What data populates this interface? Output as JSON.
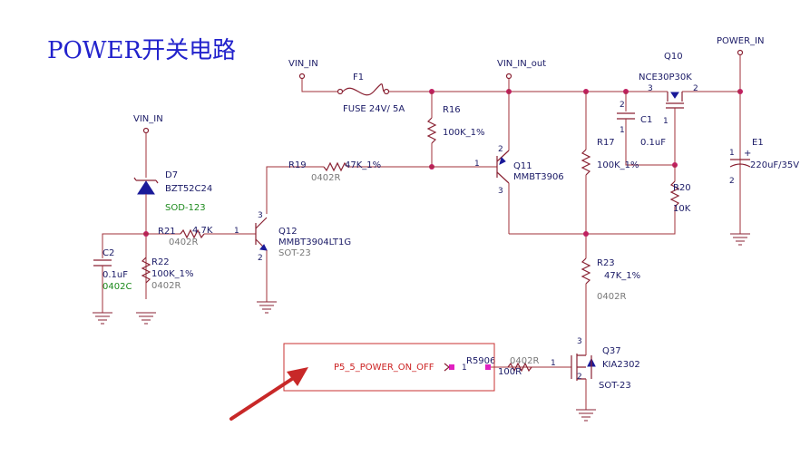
{
  "title": "POWER开关电路",
  "nets": {
    "vin_in_top": "VIN_IN",
    "vin_in_left": "VIN_IN",
    "vin_in_out": "VIN_IN_out",
    "power_in": "POWER_IN",
    "power_on_off": "P5_5_POWER_ON_OFF"
  },
  "components": {
    "f1": {
      "ref": "F1",
      "value": "FUSE 24V/ 5A"
    },
    "r16": {
      "ref": "R16",
      "value": "100K_1%"
    },
    "r17": {
      "ref": "R17",
      "value": "100K_1%"
    },
    "r19": {
      "ref": "R19",
      "value": "47K_1%",
      "footprint": "0402R"
    },
    "r20": {
      "ref": "R20",
      "value": "10K"
    },
    "r21": {
      "ref": "R21",
      "value": "4.7K",
      "footprint": "0402R"
    },
    "r22": {
      "ref": "R22",
      "value": "100K_1%",
      "footprint": "0402R"
    },
    "r23": {
      "ref": "R23",
      "value": "47K_1%",
      "footprint": "0402R"
    },
    "r5906": {
      "ref": "R5906",
      "value": "100R",
      "footprint": "0402R"
    },
    "c1": {
      "ref": "C1",
      "value": "0.1uF"
    },
    "c2": {
      "ref": "C2",
      "value": "0.1uF",
      "footprint": "0402C"
    },
    "e1": {
      "ref": "E1",
      "value": "220uF/35V"
    },
    "d7": {
      "ref": "D7",
      "value": "BZT52C24",
      "footprint": "SOD-123"
    },
    "q10": {
      "ref": "Q10",
      "value": "NCE30P30K"
    },
    "q11": {
      "ref": "Q11",
      "value": "MMBT3906"
    },
    "q12": {
      "ref": "Q12",
      "value": "MMBT3904LT1G",
      "footprint": "SOT-23"
    },
    "q37": {
      "ref": "Q37",
      "value": "KIA2302",
      "footprint": "SOT-23"
    }
  },
  "pins": {
    "p1": "1",
    "p2": "2",
    "p3": "3",
    "plus": "+"
  },
  "colors": {
    "title": "#2222cc",
    "wire": "#a0303a",
    "label": "#1a1a66",
    "footprint": "#777777",
    "green": "#1c8a1c",
    "net_highlight": "#cc2222",
    "arrow": "#c82828"
  }
}
